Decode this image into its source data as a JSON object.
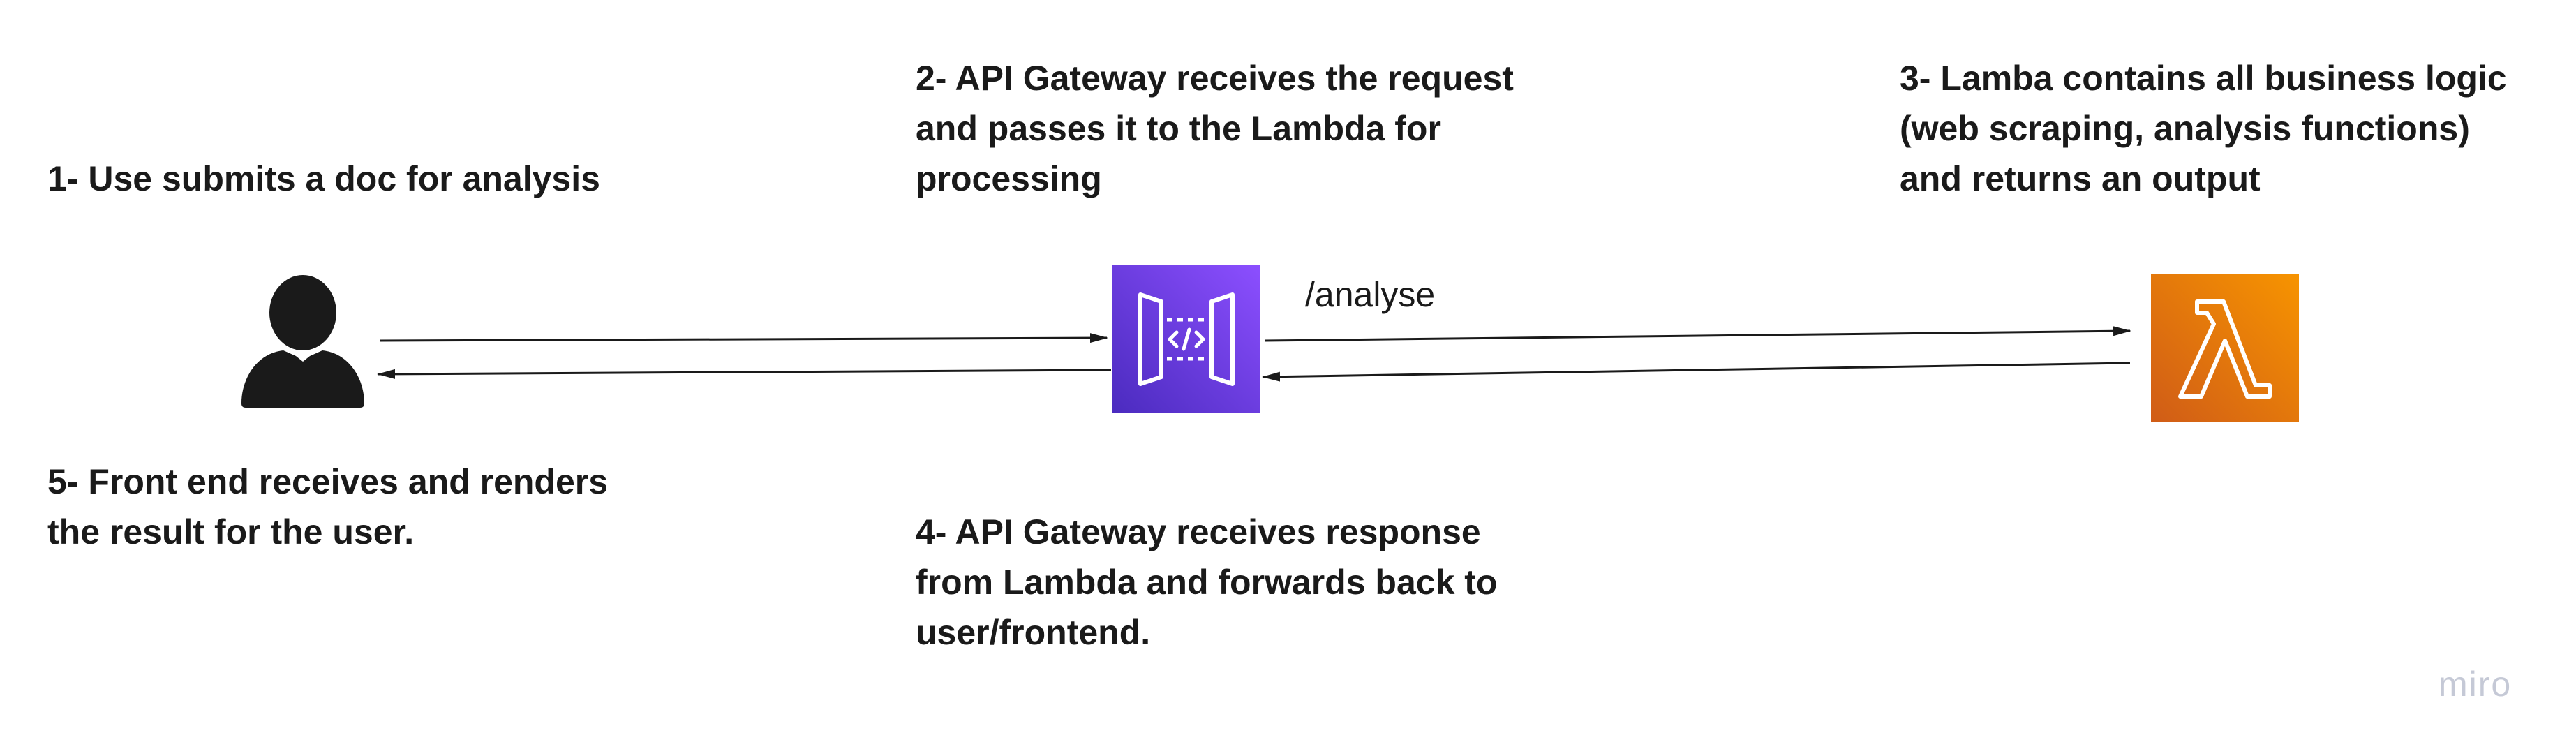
{
  "steps": {
    "step1": "1- Use submits a doc for analysis",
    "step2": "2- API Gateway receives the request\nand passes it to the Lambda for\nprocessing",
    "step3": "3- Lamba contains all business logic\n(web scraping, analysis functions)\nand returns an output",
    "step4": "4- API Gateway receives response\nfrom Lambda and forwards back to\nuser/frontend.",
    "step5": "5- Front end receives and renders\nthe result for the user."
  },
  "route_label": "/analyse",
  "watermark": "miro",
  "nodes": {
    "user": {
      "icon": "user-icon",
      "color": "#1a1a1a"
    },
    "api_gateway": {
      "icon": "api-gateway-icon",
      "color_start": "#4b2bbf",
      "color_end": "#8c4fff"
    },
    "lambda": {
      "icon": "lambda-icon",
      "color_start": "#d05c17",
      "color_end": "#f79400"
    }
  },
  "colors": {
    "text": "#1a1a1a",
    "watermark": "#c5c9d6",
    "arrow": "#1a1a1a"
  }
}
